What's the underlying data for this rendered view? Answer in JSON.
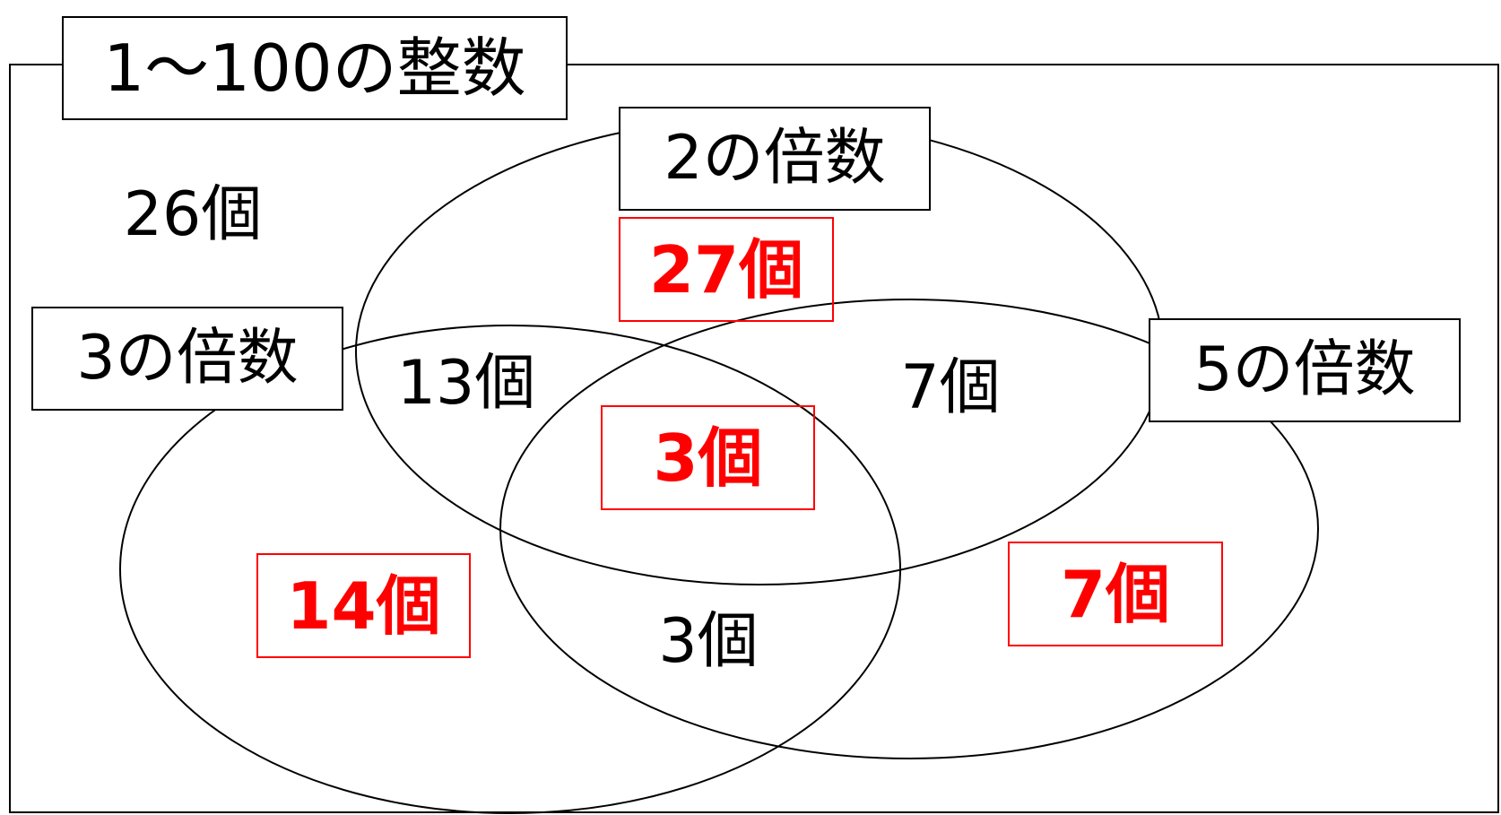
{
  "universe": {
    "label": "1〜100の整数",
    "outside_count": "26個"
  },
  "sets": {
    "multiples_of_2": {
      "label": "2の倍数"
    },
    "multiples_of_3": {
      "label": "3の倍数"
    },
    "multiples_of_5": {
      "label": "5の倍数"
    }
  },
  "regions": {
    "only_2": {
      "count": "27個",
      "is_answer": true
    },
    "two_and_three_only": {
      "count": "13個",
      "is_answer": false
    },
    "two_and_five_only": {
      "count": "7個",
      "is_answer": false
    },
    "all_three": {
      "count": "3個",
      "is_answer": true
    },
    "only_3": {
      "count": "14個",
      "is_answer": true
    },
    "three_and_five_only": {
      "count": "3個",
      "is_answer": false
    },
    "only_5": {
      "count": "7個",
      "is_answer": true
    }
  },
  "colors": {
    "answer": "#ff0000",
    "line": "#000000",
    "background": "#ffffff"
  }
}
